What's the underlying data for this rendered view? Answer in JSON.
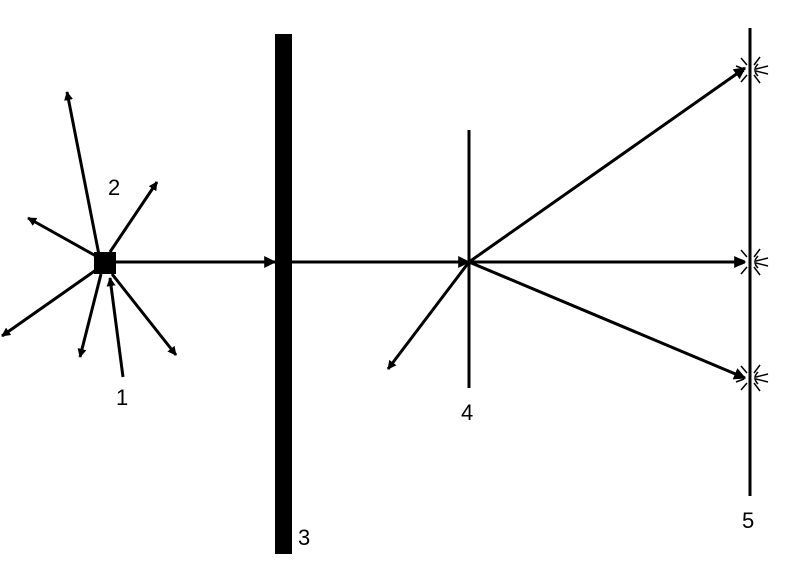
{
  "labels": {
    "source": "1",
    "outgoing_ray": "2",
    "barrier": "3",
    "scatterer": "4",
    "detector": "5"
  },
  "colors": {
    "ink": "#000000",
    "background": "#ffffff"
  }
}
